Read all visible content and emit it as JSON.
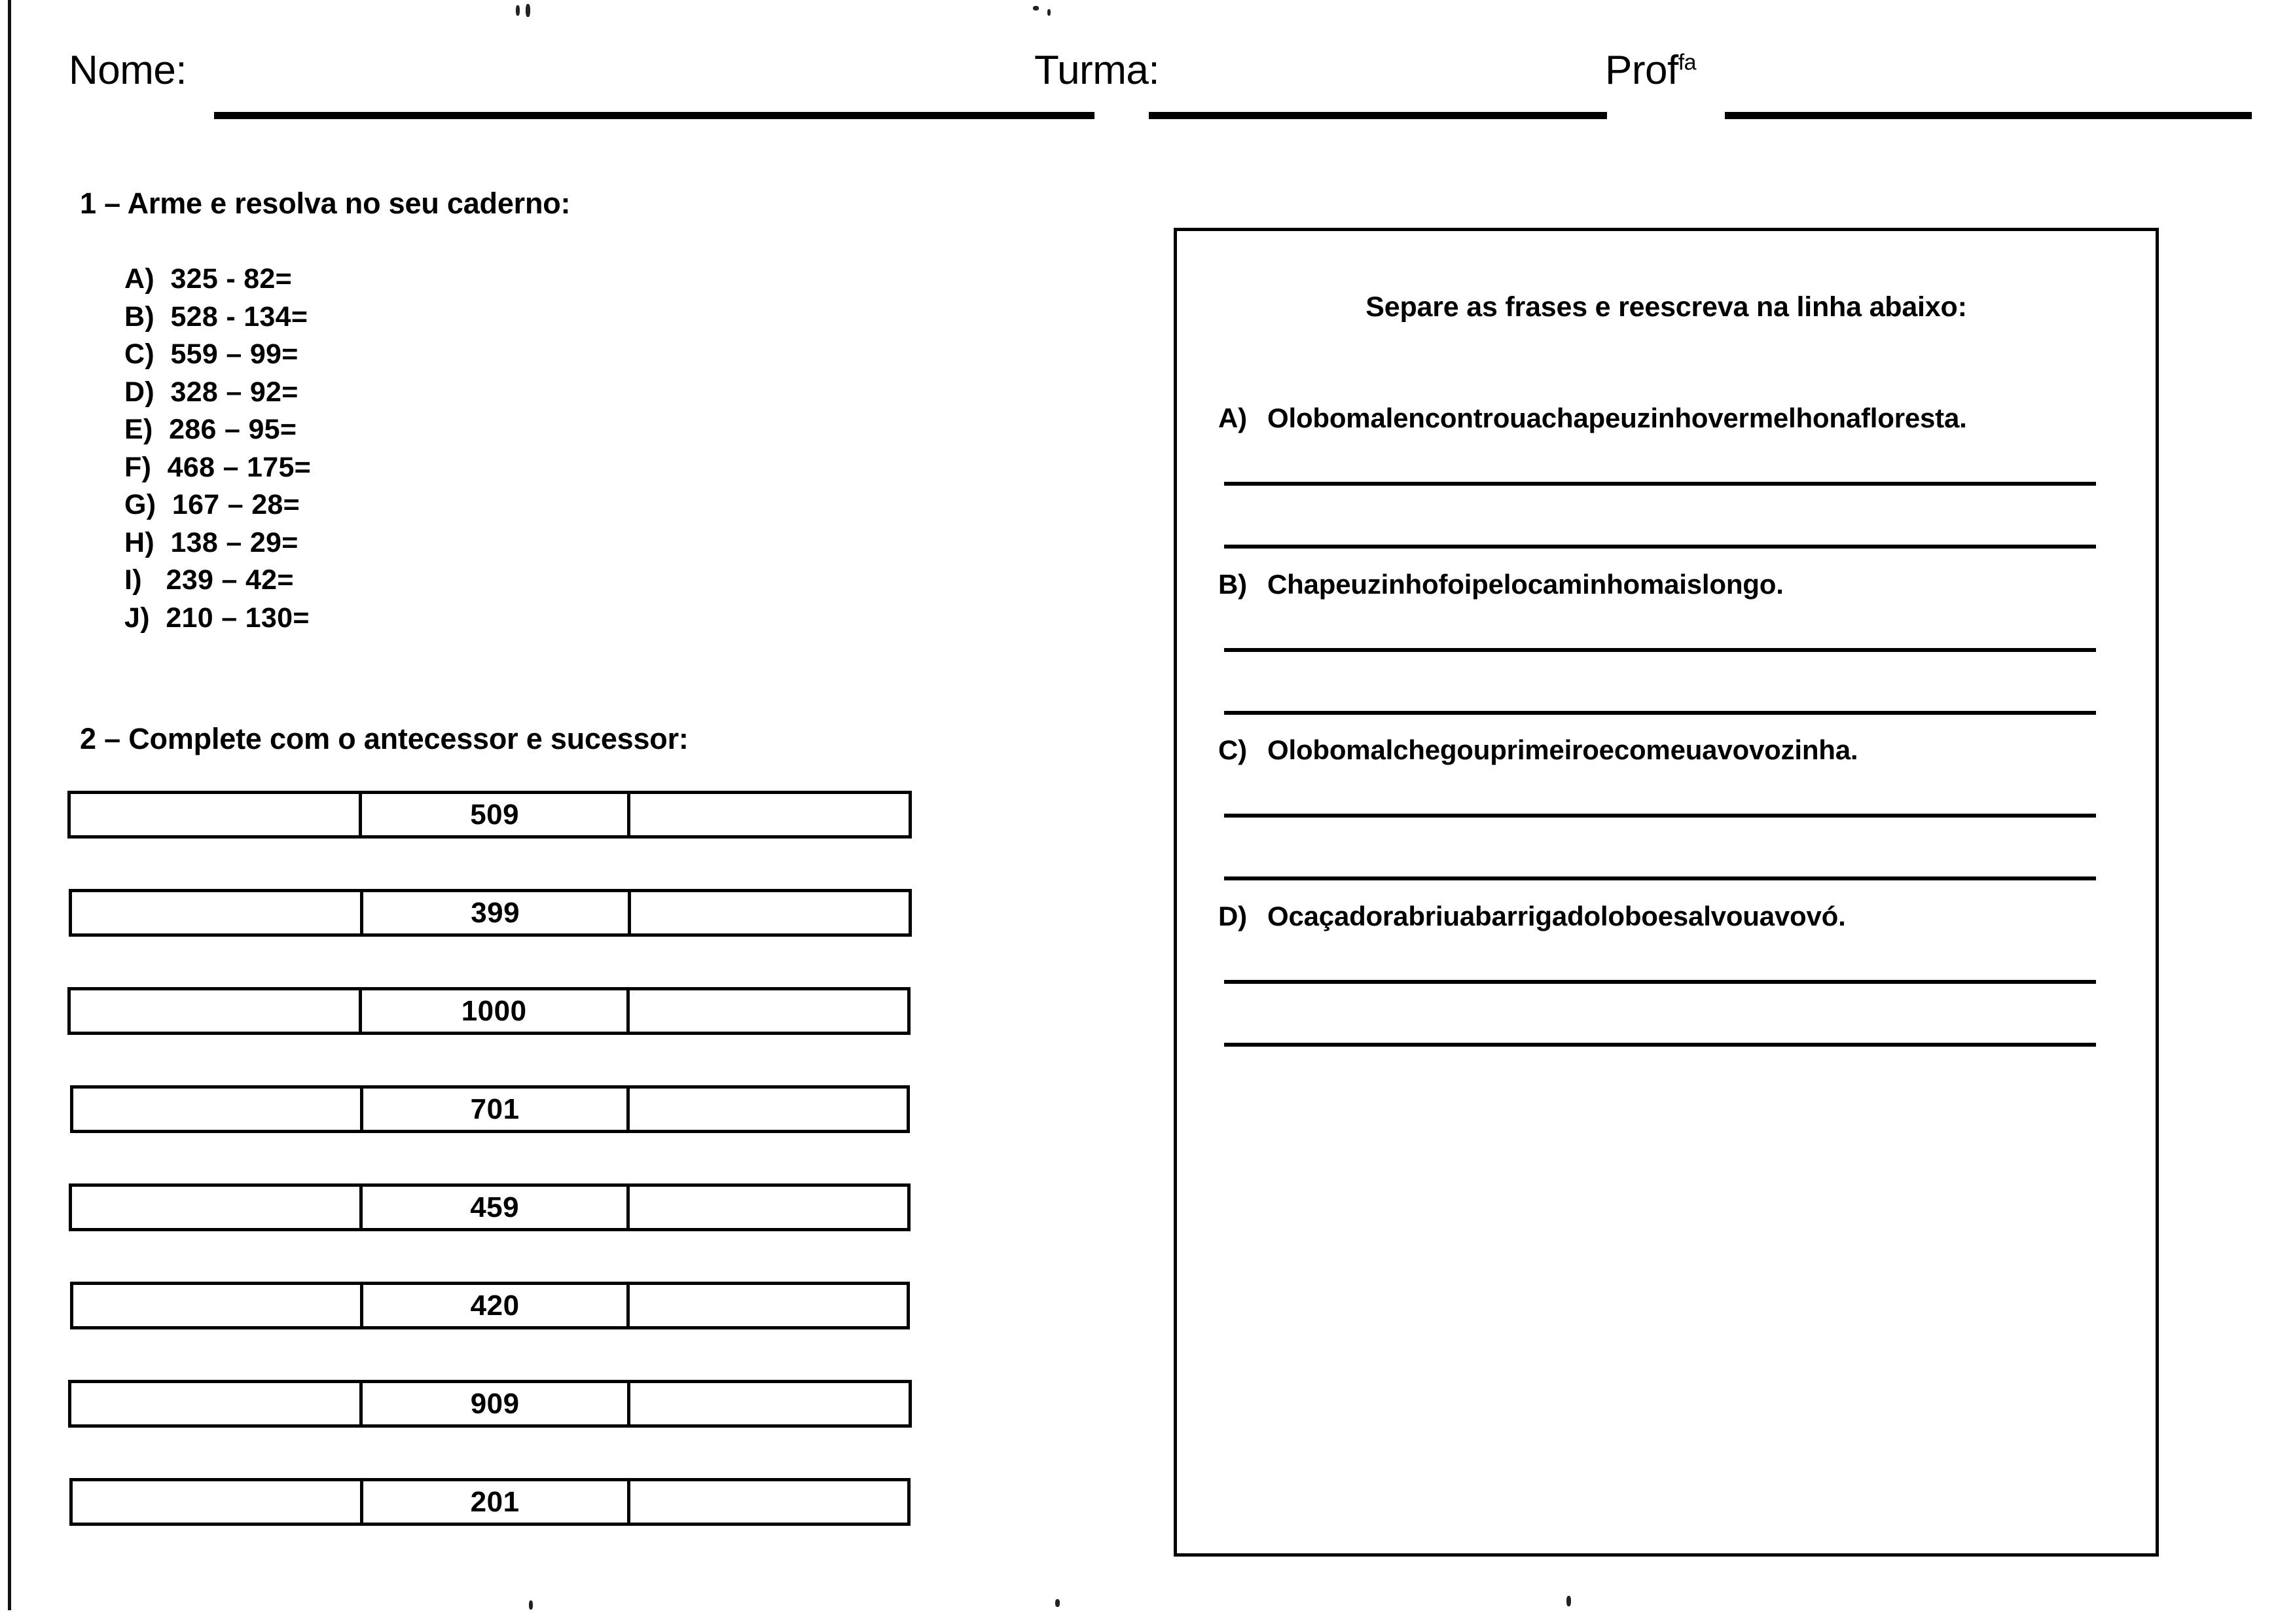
{
  "header": {
    "name_label": "Nome:",
    "class_label": "Turma:",
    "teacher_label": "Prof",
    "teacher_sup": "fa"
  },
  "exercise1": {
    "title": "1 – Arme e resolva no seu caderno:",
    "items": [
      "A)  325 - 82=",
      "B)  528 - 134=",
      "C)  559 – 99=",
      "D)  328 – 92=",
      "E)  286 – 95=",
      "F)  468 – 175=",
      "G)  167 – 28=",
      "H)  138 – 29=",
      "I)   239 – 42=",
      "J)  210 – 130="
    ]
  },
  "exercise2": {
    "title": "2 – Complete com o antecessor e sucessor:",
    "rows": [
      {
        "antecessor": "",
        "numero": "509",
        "sucessor": ""
      },
      {
        "antecessor": "",
        "numero": "399",
        "sucessor": ""
      },
      {
        "antecessor": "",
        "numero": "1000",
        "sucessor": ""
      },
      {
        "antecessor": "",
        "numero": "701",
        "sucessor": ""
      },
      {
        "antecessor": "",
        "numero": "459",
        "sucessor": ""
      },
      {
        "antecessor": "",
        "numero": "420",
        "sucessor": ""
      },
      {
        "antecessor": "",
        "numero": "909",
        "sucessor": ""
      },
      {
        "antecessor": "",
        "numero": "201",
        "sucessor": ""
      }
    ]
  },
  "exercise3": {
    "title": "Separe as frases e reescreva na linha abaixo:",
    "sentences": [
      {
        "letter": "A)",
        "text": "Olobomalencontrouachapeuzinhovermelhonafloresta."
      },
      {
        "letter": "B)",
        "text": "Chapeuzinhofoipelocaminhomaislongo."
      },
      {
        "letter": "C)",
        "text": "Olobomalchegouprimeiroecomeuavovozinha."
      },
      {
        "letter": "D)",
        "text": "Ocaçadorabriuabarrigadoloboesalvouavovó."
      }
    ]
  },
  "colors": {
    "ink": "#000000",
    "paper": "#ffffff"
  }
}
